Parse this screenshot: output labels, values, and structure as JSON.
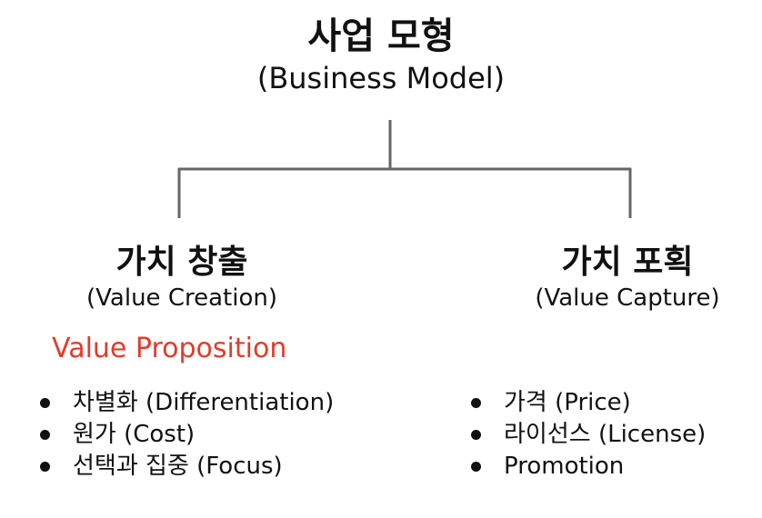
{
  "root": {
    "title": "사업 모형",
    "subtitle": "(Business Model)"
  },
  "left": {
    "title": "가치 창출",
    "subtitle": "(Value Creation)",
    "highlight": "Value Proposition",
    "highlight_color": "#e33b2a",
    "items": [
      "차별화 (Differentiation)",
      "원가 (Cost)",
      "선택과 집중 (Focus)"
    ]
  },
  "right": {
    "title": "가치 포획",
    "subtitle": "(Value Capture)",
    "items": [
      "가격 (Price)",
      "라이선스 (License)",
      "Promotion"
    ]
  }
}
